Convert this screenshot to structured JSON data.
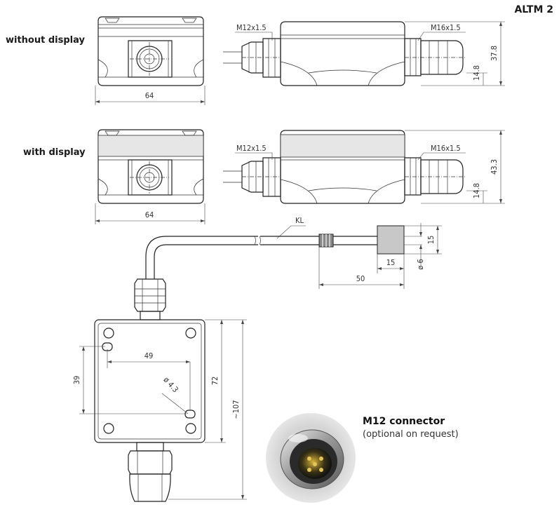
{
  "product_code": "ALTM 2",
  "variants": {
    "without_display": "without display",
    "with_display": "with display"
  },
  "dimensions": {
    "width_64": "64",
    "height_without_display": "37.8",
    "height_with_display": "43.3",
    "base_14_8": "14.8",
    "thread_m12": "M12x1.5",
    "thread_m16": "M16x1.5",
    "cable_label": "KL",
    "sensor_15_v": "15",
    "sensor_15_h": "15",
    "sensor_dia_6": "ø 6",
    "sensor_50": "50",
    "hole_spacing_49": "49",
    "hole_spacing_39": "39",
    "hole_dia_4_3": "ø 4.3",
    "box_72": "72",
    "overall_107": "~107"
  },
  "connector": {
    "title": "M12 connector",
    "subtitle": "(optional on request)"
  }
}
